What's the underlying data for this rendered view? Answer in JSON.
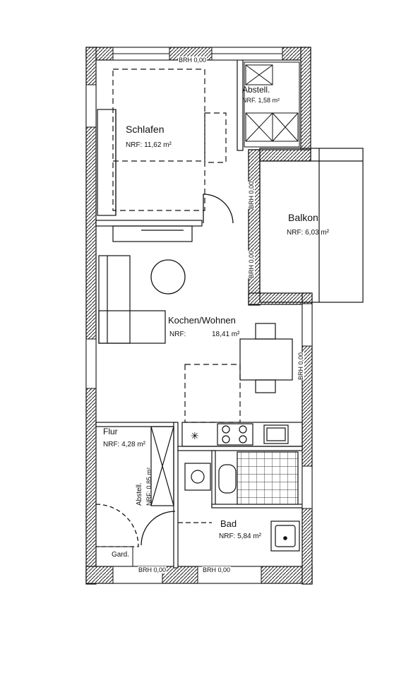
{
  "rooms": {
    "schlafen": {
      "name": "Schlafen",
      "area": "NRF: 11,62 m²"
    },
    "abstell_top": {
      "name": "Abstell.",
      "area": "NRF. 1,58 m²"
    },
    "balkon": {
      "name": "Balkon",
      "area": "NRF: 6,03 m²"
    },
    "kochen": {
      "name": "Kochen/Wohnen",
      "area_prefix": "NRF:",
      "area": "18,41 m²"
    },
    "flur": {
      "name": "Flur",
      "area": "NRF: 4,28 m²"
    },
    "abstell_flur": {
      "name": "Abstell.",
      "area": "NRF: 0,85 m²"
    },
    "bad": {
      "name": "Bad",
      "area": "NRF: 5,84 m²"
    },
    "gard": {
      "name": "Gard."
    }
  },
  "brh": {
    "top": "BRH 0,00",
    "balkon_upper": "BRH 0,00",
    "balkon_lower": "BRH 0,00",
    "kitchen_right": "BRH 0,00",
    "bottom_left": "BRH 0,00",
    "bottom_right": "BRH 0,00"
  },
  "colors": {
    "line": "#111111",
    "hatch": "#333333",
    "background": "#ffffff"
  }
}
